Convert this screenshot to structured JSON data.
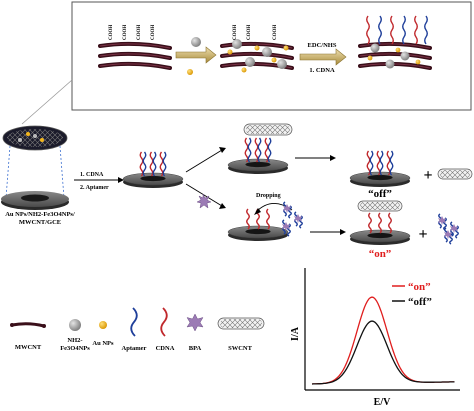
{
  "inset": {
    "cooh_label": "COOH",
    "step_label_top": "EDC/NHS",
    "step_label_bottom": "1.   CDNA"
  },
  "electrode": {
    "label_line1": "Au NPs/NH2-Fe3O4NPs/",
    "label_line2": "MWCNT/GCE"
  },
  "steps": {
    "step1": "1.   CDNA",
    "step2": "2.   Aptamer",
    "dropping": "Dropping"
  },
  "states": {
    "off": "“off”",
    "on": "“on”",
    "plus": "+"
  },
  "legend": {
    "mwcnt": "MWCNT",
    "fe3o4_line1": "NH2-",
    "fe3o4_line2": "Fe3O4NPs",
    "au": "Au NPs",
    "aptamer": "Aptamer",
    "cdna": "CDNA",
    "bpa": "BPA",
    "swcnt": "SWCNT"
  },
  "chart_data": {
    "type": "line",
    "xlabel": "E/V",
    "ylabel": "I/A",
    "series": [
      {
        "name": "“on”",
        "color": "#e01e1e"
      },
      {
        "name": "“off”",
        "color": "#111111"
      }
    ]
  },
  "colors": {
    "accent_red": "#e01e1e",
    "aptamer_blue": "#1f3f9a",
    "cdna_red": "#c0282c",
    "gold": "#f2b51c",
    "bpa_purple": "#9c7bb5"
  }
}
